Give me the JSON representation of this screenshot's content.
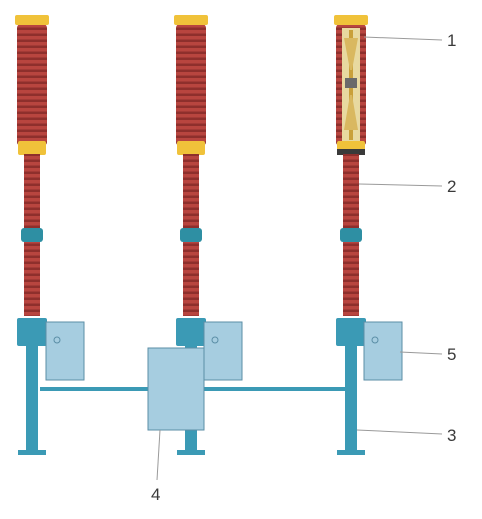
{
  "diagram": {
    "callouts": [
      {
        "id": "c1",
        "label": "1"
      },
      {
        "id": "c2",
        "label": "2"
      },
      {
        "id": "c3",
        "label": "3"
      },
      {
        "id": "c4",
        "label": "4"
      },
      {
        "id": "c5",
        "label": "5"
      }
    ]
  },
  "colors": {
    "insulator": "#b8453f",
    "insulator_rib": "#8e2f2c",
    "cap": "#f0c23a",
    "collar": "#2e8fa3",
    "post": "#3b9ab5",
    "cabinet": "#a6cde0",
    "cabinet_edge": "#5b8ea6",
    "leader": "#9a9a9a",
    "interior": "#e8d9a0"
  }
}
